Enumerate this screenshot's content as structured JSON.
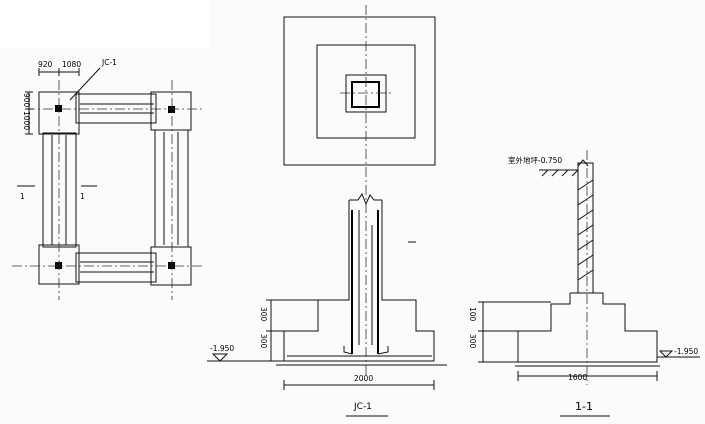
{
  "plan": {
    "dim_920": "920",
    "dim_1080": "1080",
    "label_jc1": "JC-1",
    "dim_900": "900",
    "dim_1000": "1000",
    "section_mark_left": "1",
    "section_mark_right": "1"
  },
  "jc1_section": {
    "dim_300_upper": "300",
    "dim_300_lower": "300",
    "level": "-1.950",
    "width": "2000",
    "title": "JC-1"
  },
  "section_1_1": {
    "ground_label": "室外地坪-0.750",
    "dim_100": "100",
    "dim_300": "300",
    "width": "1600",
    "level": "-1.950",
    "title": "1-1"
  }
}
